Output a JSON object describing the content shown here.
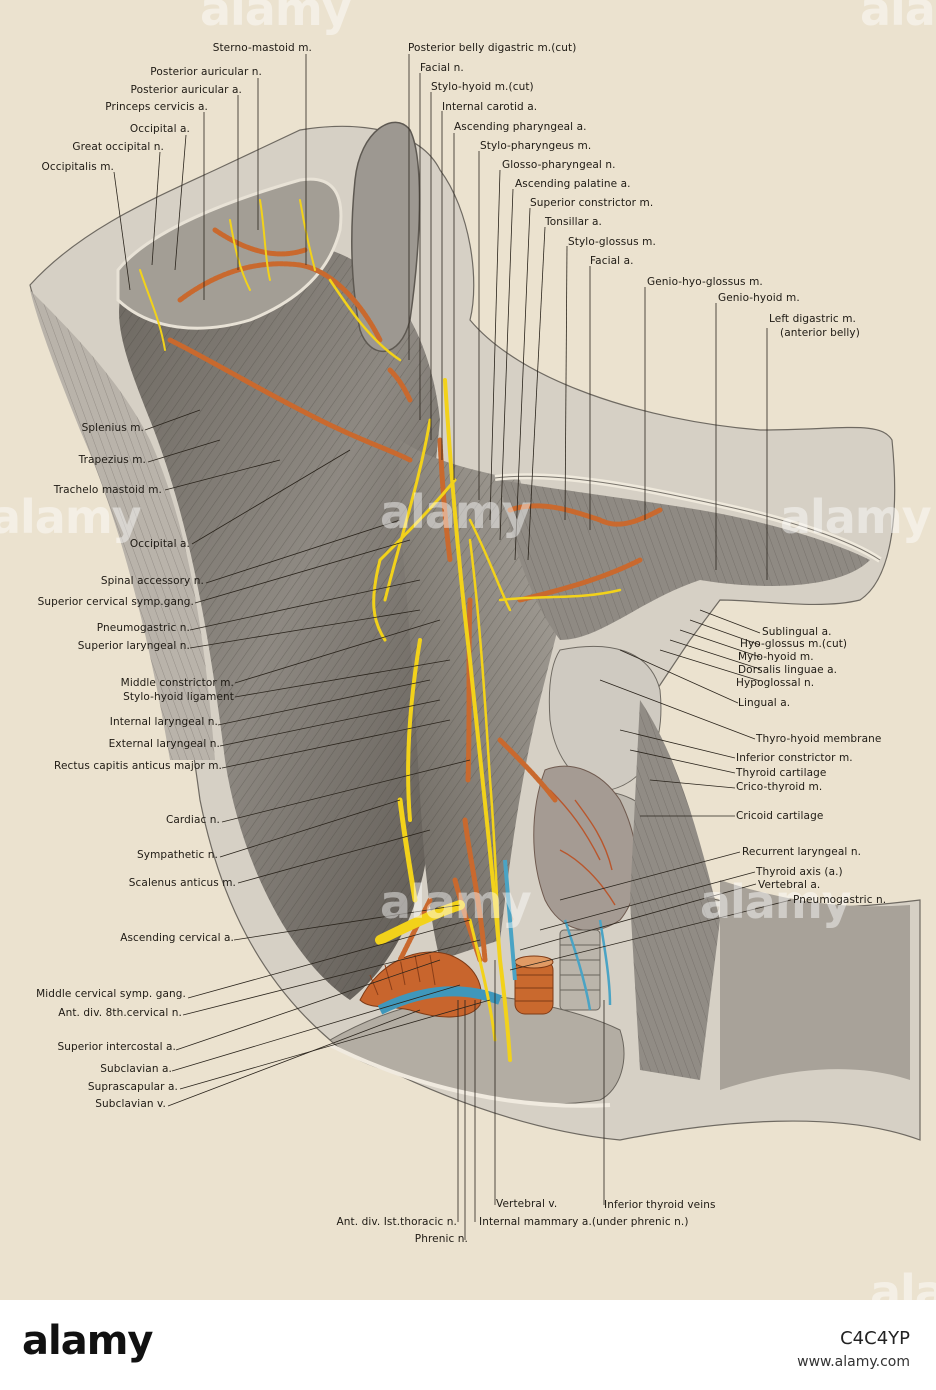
{
  "labels_top": [
    "Sterno-mastoid m.",
    "Posterior auricular n.",
    "Posterior auricular a.",
    "Princeps cervicis a.",
    "Occipital a.",
    "Great occipital n.",
    "Occipitalis m.",
    "Posterior belly digastric m.(cut)",
    "Facial n.",
    "Stylo-hyoid m.(cut)",
    "Internal carotid a.",
    "Ascending pharyngeal a.",
    "Stylo-pharyngeus m.",
    "Glosso-pharyngeal n.",
    "Ascending palatine a.",
    "Superior constrictor m.",
    "Tonsillar a.",
    "Stylo-glossus m.",
    "Facial a.",
    "Genio-hyo-glossus m.",
    "Genio-hyoid m.",
    "Left digastric m.",
    "(anterior belly)"
  ],
  "labels_left": [
    "Splenius m.",
    "Trapezius m.",
    "Trachelo mastoid m.",
    "Occipital a.",
    "Spinal accessory n.",
    "Superior cervical symp.gang.",
    "Pneumogastric n.",
    "Superior laryngeal n.",
    "Middle constrictor m.",
    "Stylo-hyoid ligament",
    "Internal laryngeal n.",
    "External laryngeal n.",
    "Rectus capitis anticus major m.",
    "Cardiac n.",
    "Sympathetic n.",
    "Scalenus anticus m.",
    "Ascending cervical a.",
    "Middle cervical symp. gang.",
    "Ant. div. 8th.cervical n.",
    "Superior intercostal a.",
    "Subclavian a.",
    "Suprascapular a.",
    "Subclavian v."
  ],
  "labels_right": [
    "Sublingual a.",
    "Hyo-glossus m.(cut)",
    "Mylo-hyoid m.",
    "Dorsalis linguae a.",
    "Hypoglossal n.",
    "Lingual a.",
    "Thyro-hyoid membrane",
    "Inferior constrictor m.",
    "Thyroid cartilage",
    "Crico-thyroid m.",
    "Cricoid cartilage",
    "Recurrent laryngeal n.",
    "Thyroid axis (a.)",
    "Vertebral a.",
    "Pneumogastric n."
  ],
  "labels_bottom": [
    "Vertebral v.",
    "Inferior thyroid veins",
    "Ant. div. Ist.thoracic n.",
    "Internal mammary a.(under phrenic n.)",
    "Phrenic n."
  ],
  "watermark": "alamy",
  "footer": {
    "logo": "alamy",
    "image_id": "C4C4YP",
    "url": "www.alamy.com"
  },
  "colors": {
    "paper": "#ebe2cf",
    "nerve": "#f2d21a",
    "artery": "#c9692e",
    "vein": "#4aa3c4",
    "ink": "#1e1a14"
  }
}
